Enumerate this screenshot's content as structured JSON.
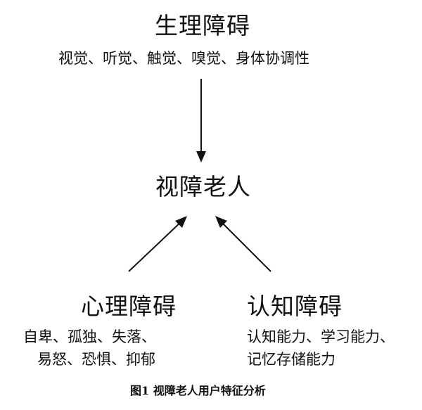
{
  "diagram": {
    "top": {
      "title": "生理障碍",
      "details": "视觉、听觉、触觉、嗅觉、身体协调性"
    },
    "center": {
      "title": "视障老人"
    },
    "left": {
      "title": "心理障碍",
      "details_line1": "自卑、孤独、失落、",
      "details_line2": "易怒、恐惧、抑郁"
    },
    "right": {
      "title": "认知障碍",
      "details_line1": "认知能力、学习能力、",
      "details_line2": "记忆存储能力"
    },
    "caption": "图1 视障老人用户特征分析",
    "colors": {
      "text": "#111111",
      "arrow": "#111111",
      "background": "#ffffff"
    }
  }
}
